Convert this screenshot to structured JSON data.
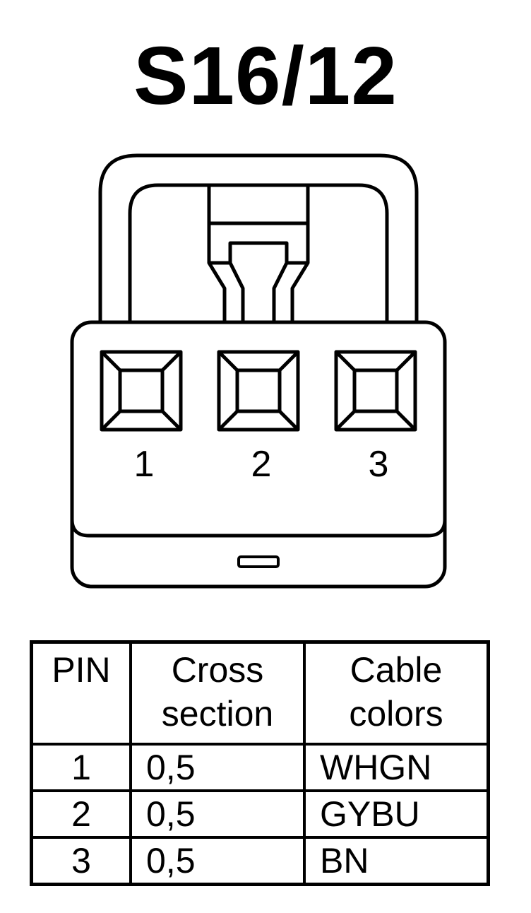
{
  "title": "S16/12",
  "connector": {
    "pins": [
      "1",
      "2",
      "3"
    ]
  },
  "table": {
    "headers": {
      "pin": "PIN",
      "cross_section": [
        "Cross",
        "section"
      ],
      "cable_colors": [
        "Cable",
        "colors"
      ]
    },
    "rows": [
      {
        "pin": "1",
        "cross_section": "0,5",
        "cable_color": "WHGN"
      },
      {
        "pin": "2",
        "cross_section": "0,5",
        "cable_color": "GYBU"
      },
      {
        "pin": "3",
        "cross_section": "0,5",
        "cable_color": "BN"
      }
    ]
  }
}
